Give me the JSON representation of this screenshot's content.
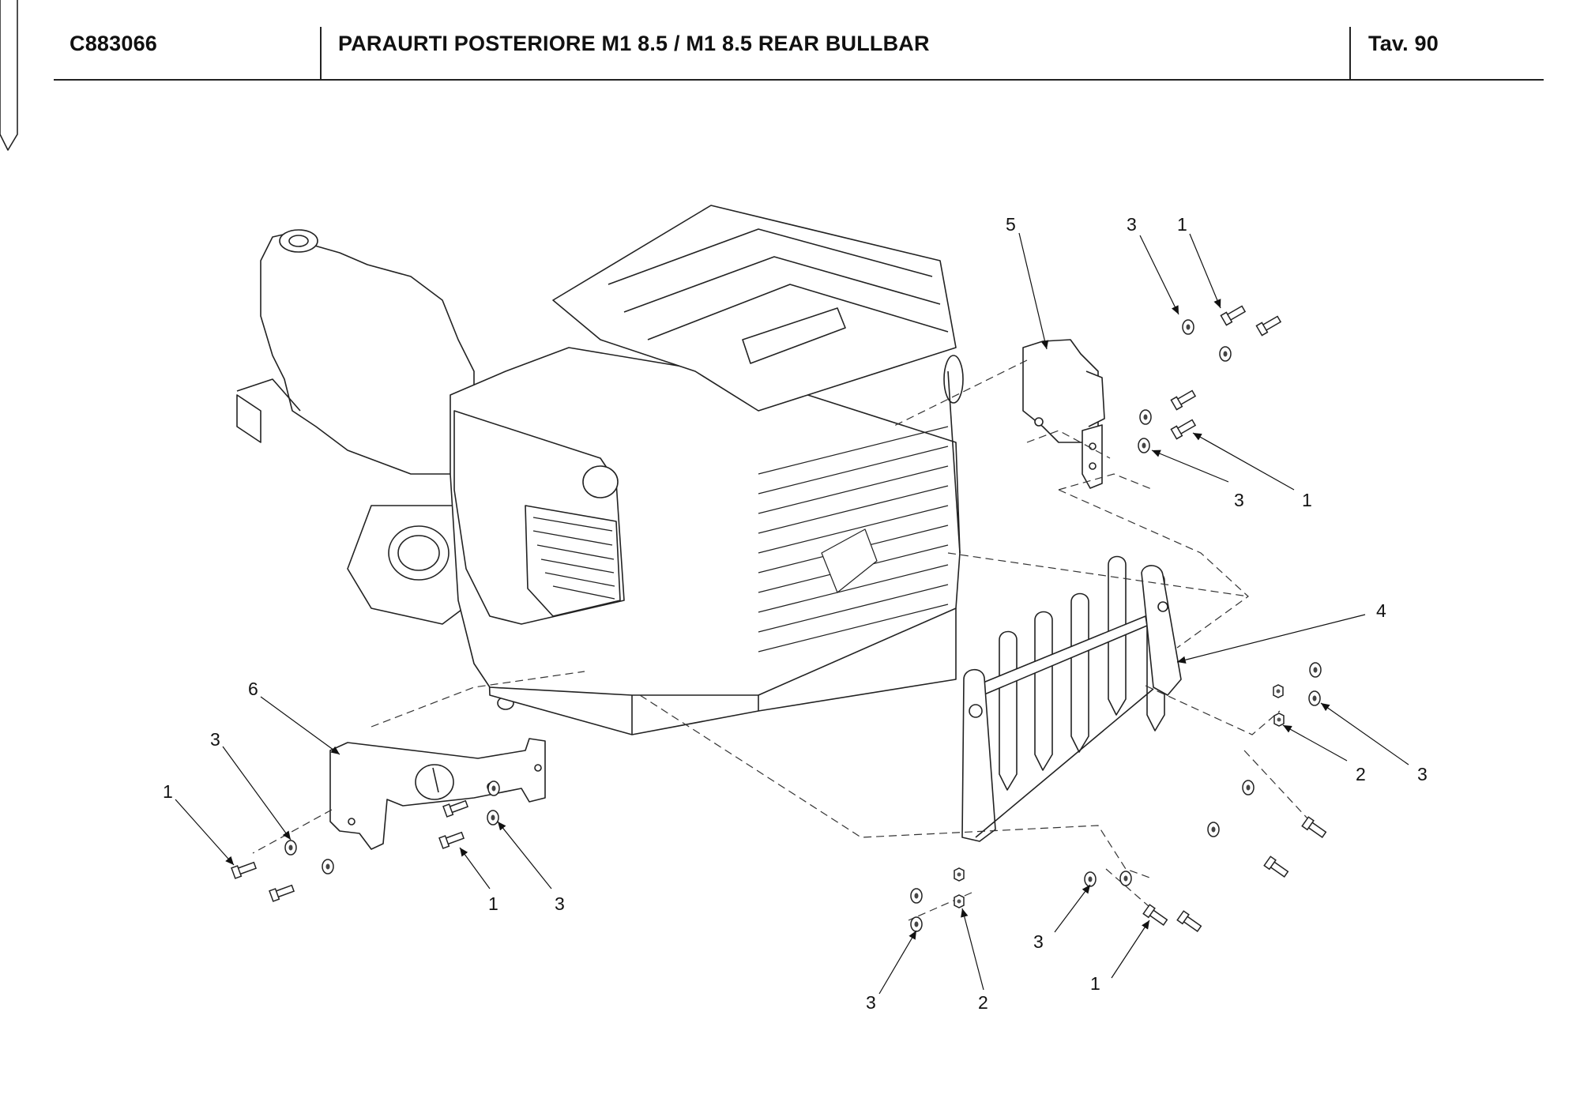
{
  "header": {
    "code": "C883066",
    "title": "PARAURTI POSTERIORE M1 8.5 / M1 8.5 REAR BULLBAR",
    "table": "Tav.  90"
  },
  "callouts": [
    {
      "id": "c5",
      "text": "5"
    },
    {
      "id": "c3a",
      "text": "3"
    },
    {
      "id": "c1a",
      "text": "1"
    },
    {
      "id": "c3b",
      "text": "3"
    },
    {
      "id": "c1b",
      "text": "1"
    },
    {
      "id": "c4",
      "text": "4"
    },
    {
      "id": "c2a",
      "text": "2"
    },
    {
      "id": "c3c",
      "text": "3"
    },
    {
      "id": "c6",
      "text": "6"
    },
    {
      "id": "c3d",
      "text": "3"
    },
    {
      "id": "c1c",
      "text": "1"
    },
    {
      "id": "c1d",
      "text": "1"
    },
    {
      "id": "c3e",
      "text": "3"
    },
    {
      "id": "c3f",
      "text": "3"
    },
    {
      "id": "c1e",
      "text": "1"
    },
    {
      "id": "c3g",
      "text": "3"
    },
    {
      "id": "c2b",
      "text": "2"
    }
  ]
}
